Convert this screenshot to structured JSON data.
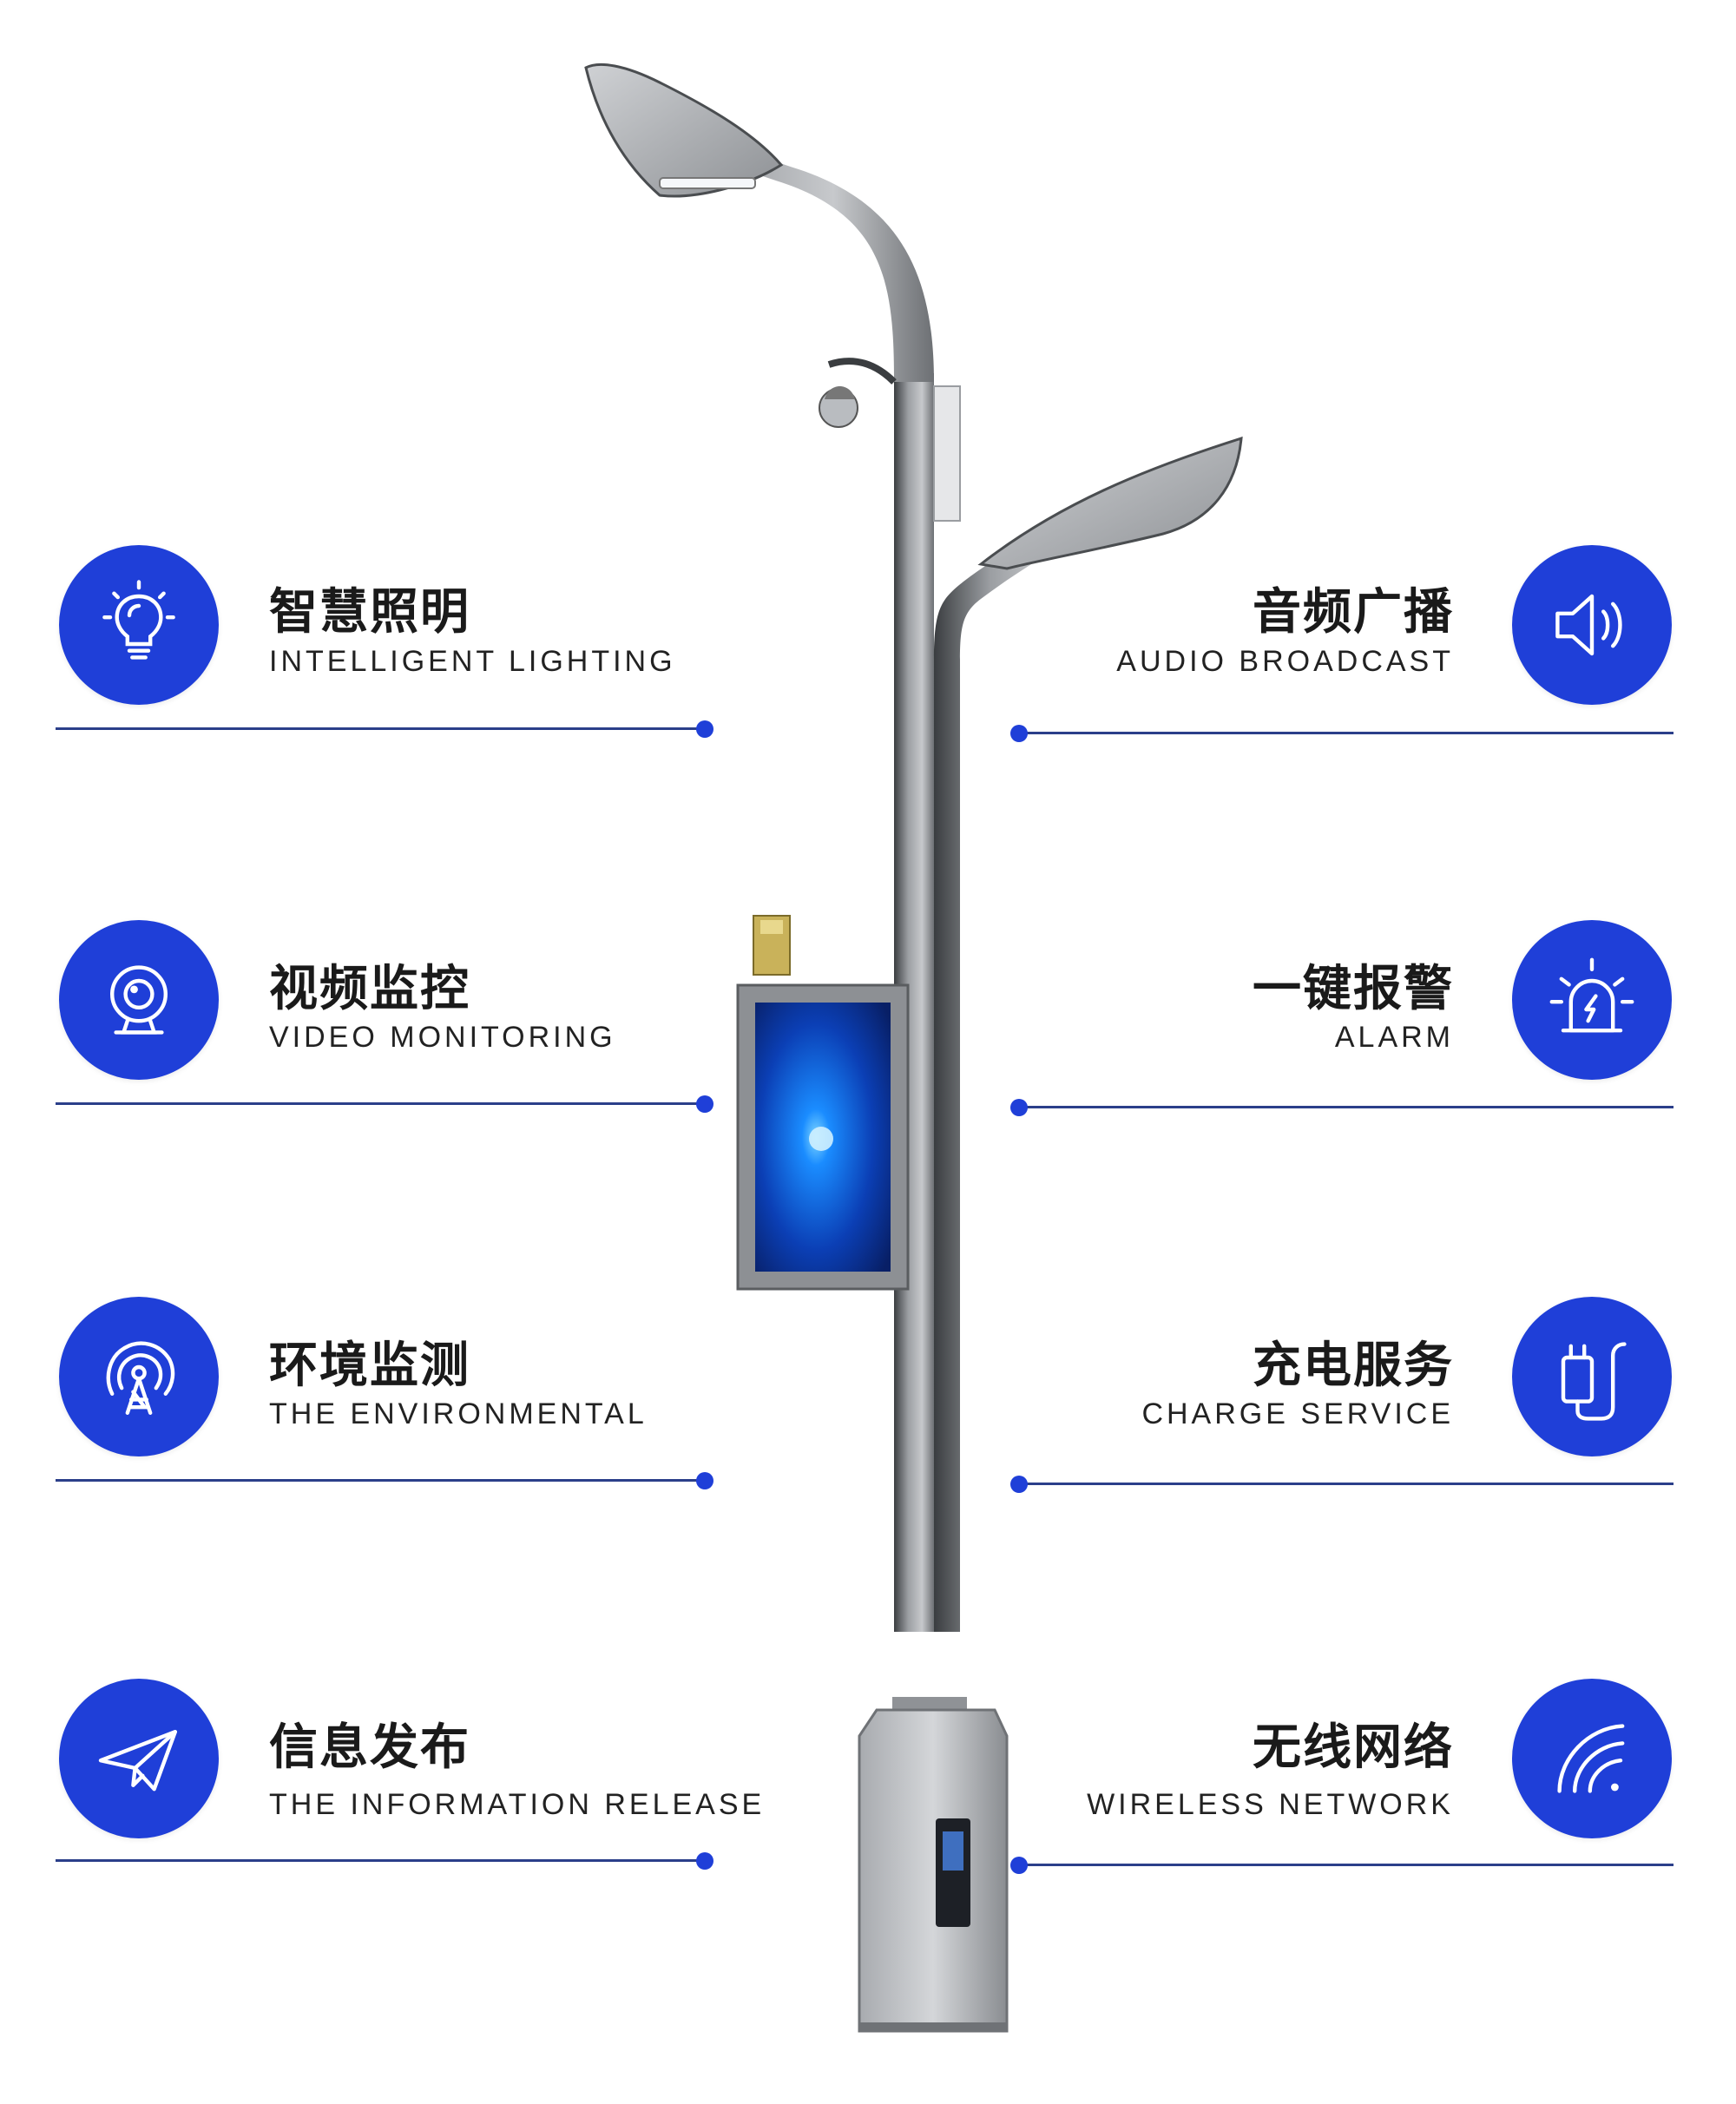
{
  "colors": {
    "accent": "#1f3fd8",
    "line": "#2b3f8a",
    "pole": "#8f9296",
    "pole_dark": "#3a3d40"
  },
  "features": {
    "left": [
      {
        "zh": "智慧照明",
        "en": "INTELLIGENT LIGHTING",
        "icon": "lightbulb-icon"
      },
      {
        "zh": "视频监控",
        "en": "VIDEO MONITORING",
        "icon": "webcam-icon"
      },
      {
        "zh": "环境监测",
        "en": "THE ENVIRONMENTAL",
        "icon": "signal-tower-icon"
      },
      {
        "zh": "信息发布",
        "en": "THE INFORMATION RELEASE",
        "icon": "paper-plane-icon"
      }
    ],
    "right": [
      {
        "zh": "音频广播",
        "en": "AUDIO BROADCAST",
        "icon": "speaker-icon"
      },
      {
        "zh": "一键报警",
        "en": "ALARM",
        "icon": "alarm-light-icon"
      },
      {
        "zh": "充电服务",
        "en": "CHARGE SERVICE",
        "icon": "charging-plug-icon"
      },
      {
        "zh": "无线网络",
        "en": "WIRELESS NETWORK",
        "icon": "wifi-icon"
      }
    ]
  }
}
